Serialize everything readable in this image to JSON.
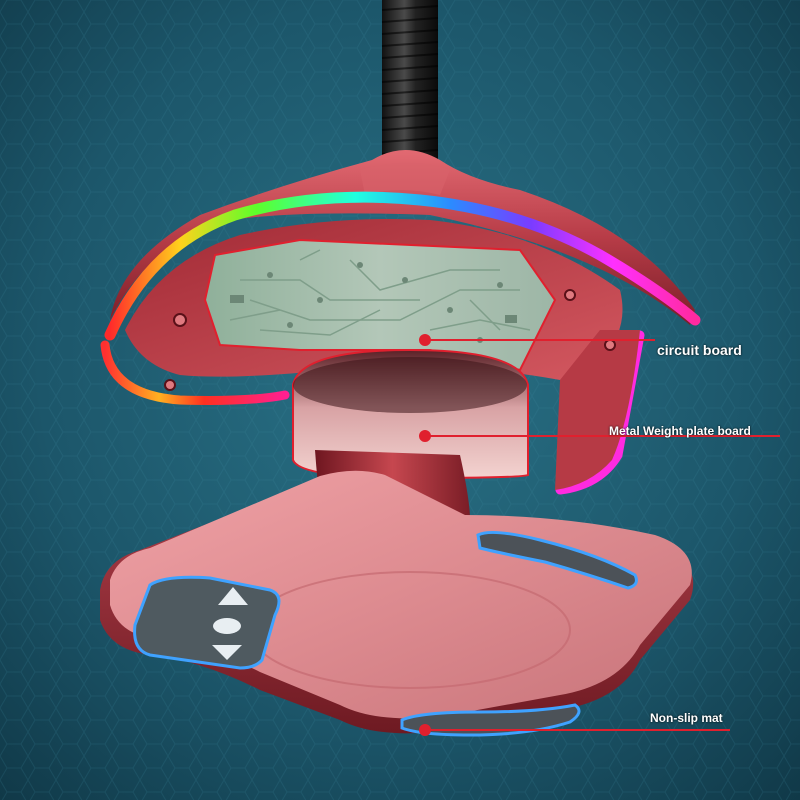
{
  "callouts": {
    "circuit_board": "circuit board",
    "metal_weight": "Metal Weight plate board",
    "non_slip_mat": "Non-slip mat"
  },
  "colors": {
    "background": "#1d5a6e",
    "shell_red": "#c0424e",
    "base_pink": "#e08f94",
    "callout_line": "#e0202e",
    "button_pad": "#4f5a60",
    "pcb": "#9eb5a6"
  },
  "icons": [
    "arrow-up-icon",
    "oval-button-icon",
    "arrow-down-icon"
  ]
}
